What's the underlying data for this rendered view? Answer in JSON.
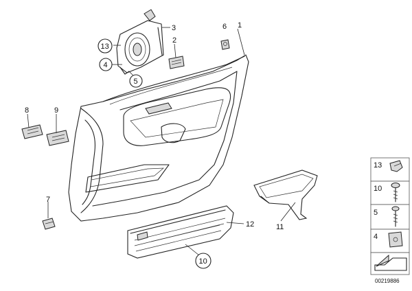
{
  "diagram": {
    "callouts": [
      {
        "id": "c1",
        "text": "1"
      },
      {
        "id": "c2",
        "text": "2"
      },
      {
        "id": "c3",
        "text": "3"
      },
      {
        "id": "c4",
        "text": "4",
        "circled": true
      },
      {
        "id": "c5",
        "text": "5",
        "circled": true
      },
      {
        "id": "c6",
        "text": "6"
      },
      {
        "id": "c7",
        "text": "7"
      },
      {
        "id": "c8",
        "text": "8"
      },
      {
        "id": "c9",
        "text": "9"
      },
      {
        "id": "c10",
        "text": "10",
        "circled": true
      },
      {
        "id": "c11",
        "text": "11"
      },
      {
        "id": "c12",
        "text": "12"
      },
      {
        "id": "c13",
        "text": "13",
        "circled": true
      }
    ],
    "legend": [
      {
        "id": "l13",
        "text": "13"
      },
      {
        "id": "l10",
        "text": "10"
      },
      {
        "id": "l5",
        "text": "5"
      },
      {
        "id": "l4",
        "text": "4"
      }
    ],
    "document_id": "00219886"
  }
}
